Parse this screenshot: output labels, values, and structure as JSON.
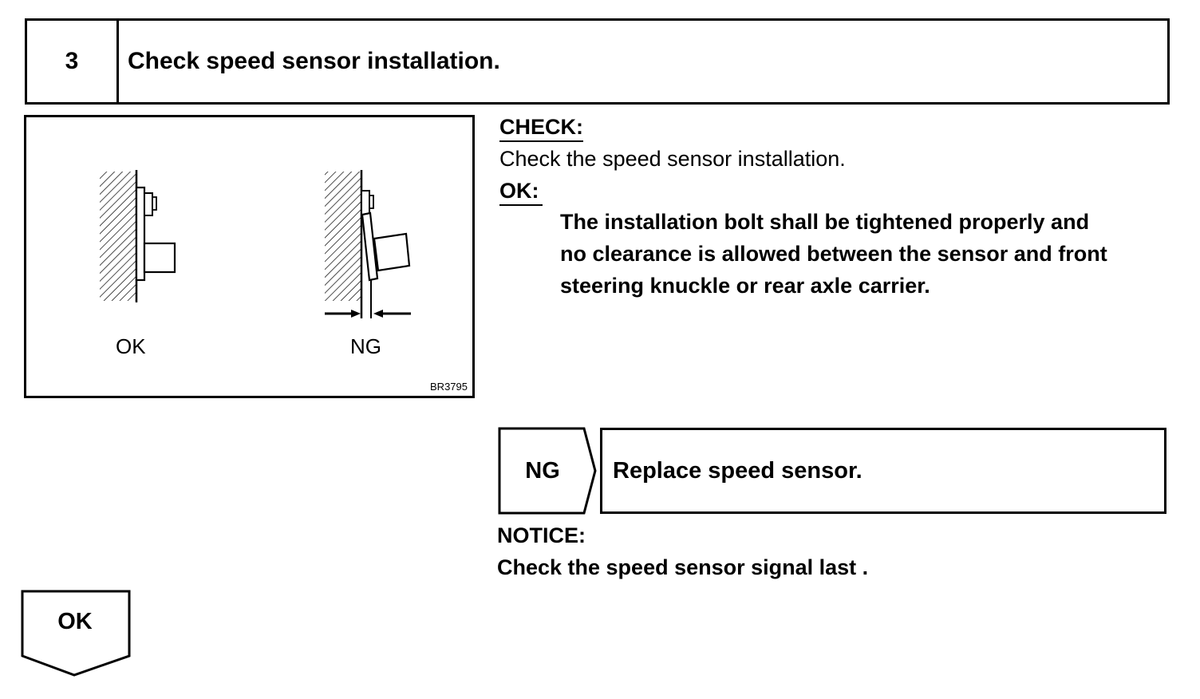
{
  "step": {
    "number": "3",
    "title": "Check speed sensor installation."
  },
  "figure": {
    "ok_label": "OK",
    "ng_label": "NG",
    "code": "BR3795"
  },
  "check": {
    "heading": "CHECK:",
    "text": "Check the speed sensor installation.",
    "ok_heading": "OK:",
    "ok_lines": [
      "The installation bolt shall be tightened properly and",
      "no clearance is allowed between the sensor and front",
      "steering knuckle or rear axle carrier."
    ]
  },
  "ng_result": {
    "tag": "NG",
    "action": "Replace speed sensor."
  },
  "notice": {
    "heading": "NOTICE:",
    "text": "Check the speed sensor signal last ."
  },
  "ok_result": {
    "tag": "OK"
  }
}
